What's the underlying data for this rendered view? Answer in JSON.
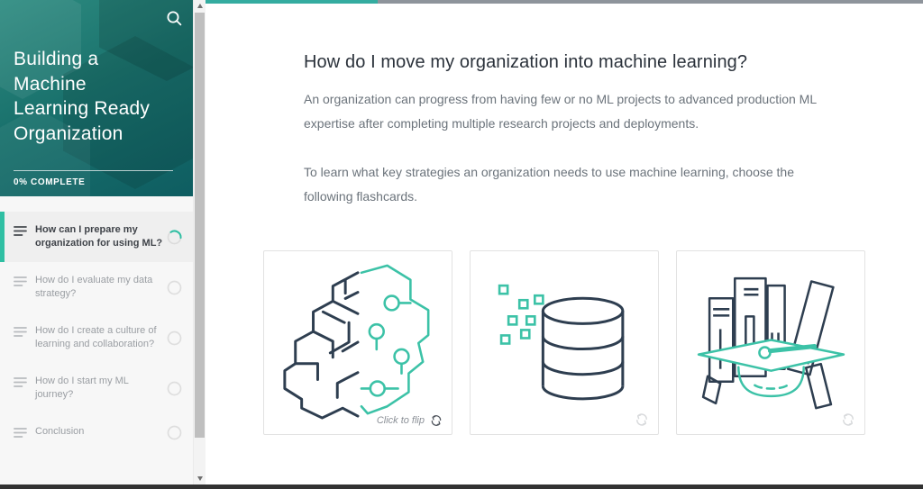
{
  "colors": {
    "accent_teal": "#2fbfa3",
    "header_gradient_start": "#2d8b80",
    "header_gradient_end": "#0e5d61",
    "lesson_bar_fill": "#34aca0",
    "lesson_bar_track": "#8e949b",
    "illustration_navy": "#2e3e50",
    "illustration_teal": "#3cc2a7"
  },
  "sidebar": {
    "title_lines": [
      "Building a",
      "Machine",
      "Learning Ready",
      "Organization"
    ],
    "progress_label": "0% COMPLETE",
    "items": [
      {
        "label": "How can I prepare my organization for using ML?",
        "active": true
      },
      {
        "label": "How do I evaluate my data strategy?",
        "active": false
      },
      {
        "label": "How do I create a culture of learning and collaboration?",
        "active": false
      },
      {
        "label": "How do I start my ML journey?",
        "active": false
      },
      {
        "label": "Conclusion",
        "active": false
      }
    ]
  },
  "main": {
    "lesson_progress_percent": 24,
    "heading": "How do I move my organization into machine learning?",
    "paragraph1": "An organization can progress from having few or no ML projects to advanced production ML expertise after completing multiple research projects and deployments.",
    "paragraph2": "To learn what key strategies an organization needs to use machine learning, choose the following flashcards.",
    "cards": [
      {
        "illustration": "ml-brain-circuit",
        "hint": "Click to flip"
      },
      {
        "illustration": "database-with-data-bits",
        "hint": ""
      },
      {
        "illustration": "books-and-graduation-cap",
        "hint": ""
      }
    ]
  }
}
